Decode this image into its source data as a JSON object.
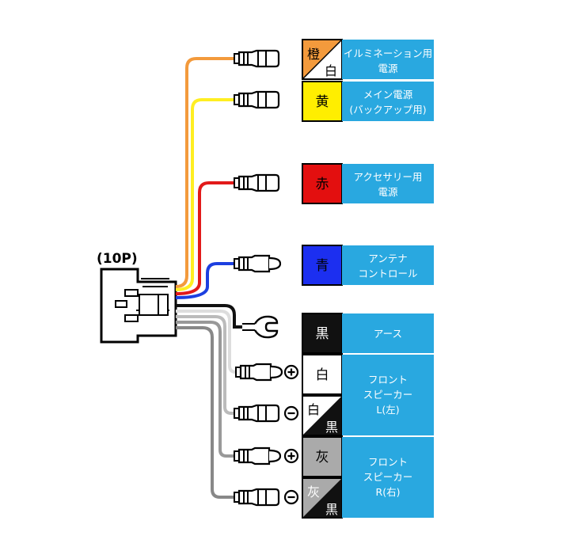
{
  "connector": {
    "label": "(10P)"
  },
  "wires": [
    {
      "id": "orange-white",
      "colors": [
        "橙",
        "白"
      ],
      "function": [
        "イルミネーション用",
        "電源"
      ],
      "wire_color": "#f39a3c",
      "swatch": "#f39a3c",
      "swatch2": "#ffffff",
      "plug": "female",
      "polarity": ""
    },
    {
      "id": "yellow",
      "colors": [
        "黄"
      ],
      "function": [
        "メイン電源",
        "(バックアップ用)"
      ],
      "wire_color": "#ffee22",
      "swatch": "#ffee00",
      "plug": "female",
      "polarity": ""
    },
    {
      "id": "red",
      "colors": [
        "赤"
      ],
      "function": [
        "アクセサリー用",
        "電源"
      ],
      "wire_color": "#e21a1a",
      "swatch": "#e30f0f",
      "plug": "female",
      "polarity": ""
    },
    {
      "id": "blue",
      "colors": [
        "青"
      ],
      "function": [
        "アンテナ",
        "コントロール"
      ],
      "wire_color": "#1c3fe0",
      "swatch": "#1c2ff0",
      "plug": "male",
      "polarity": ""
    },
    {
      "id": "black",
      "colors": [
        "黒"
      ],
      "function": [
        "アース"
      ],
      "wire_color": "#111111",
      "swatch": "#111111",
      "plug": "fork",
      "polarity": ""
    },
    {
      "id": "white",
      "colors": [
        "白"
      ],
      "function": [],
      "wire_color": "#dddddd",
      "swatch": "#ffffff",
      "plug": "male",
      "polarity": "⊕"
    },
    {
      "id": "white-black",
      "colors": [
        "白",
        "黒"
      ],
      "function": [],
      "wire_color": "#bbbbbb",
      "swatch": "#ffffff",
      "swatch2": "#111111",
      "plug": "female",
      "polarity": "⊖"
    },
    {
      "id": "gray",
      "colors": [
        "灰"
      ],
      "function": [],
      "wire_color": "#999999",
      "swatch": "#aaaaaa",
      "plug": "male",
      "polarity": "⊕"
    },
    {
      "id": "gray-black",
      "colors": [
        "灰",
        "黒"
      ],
      "function": [],
      "wire_color": "#888888",
      "swatch": "#aaaaaa",
      "swatch2": "#111111",
      "plug": "female",
      "polarity": "⊖"
    }
  ],
  "speaker_groups": [
    {
      "id": "front-left",
      "function": [
        "フロント",
        "スピーカー",
        "L(左)"
      ]
    },
    {
      "id": "front-right",
      "function": [
        "フロント",
        "スピーカー",
        "R(右)"
      ]
    }
  ],
  "colors": {
    "label_bg": "#29a8e0",
    "outline": "#000000"
  }
}
